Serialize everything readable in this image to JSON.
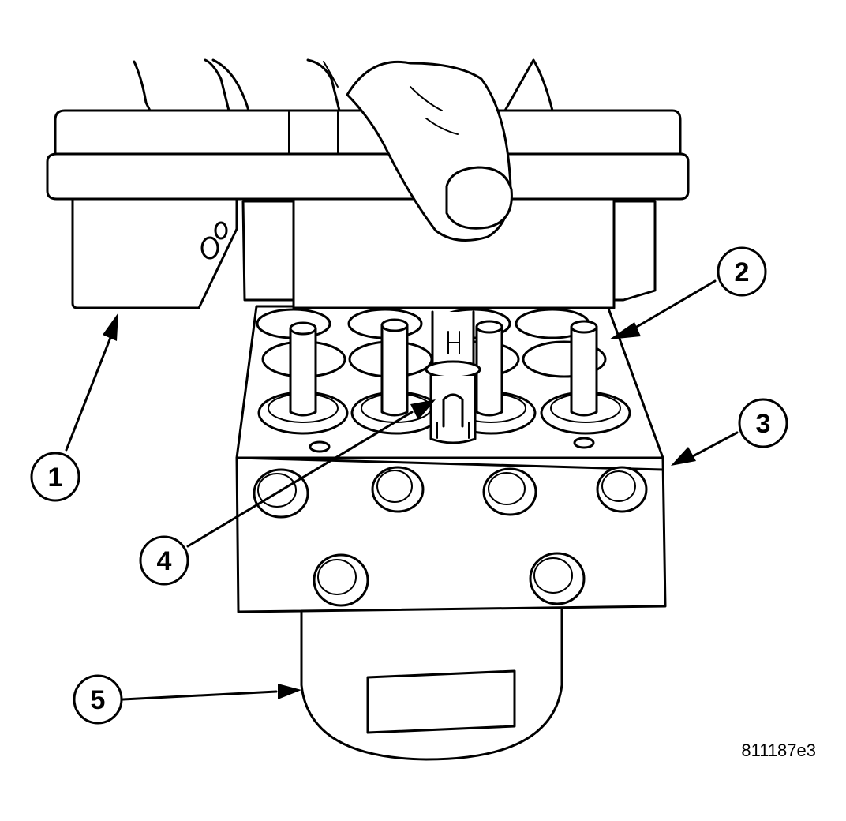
{
  "figure_id": "811187e3",
  "callouts": [
    {
      "label": "1"
    },
    {
      "label": "2"
    },
    {
      "label": "3"
    },
    {
      "label": "4"
    },
    {
      "label": "5"
    }
  ]
}
